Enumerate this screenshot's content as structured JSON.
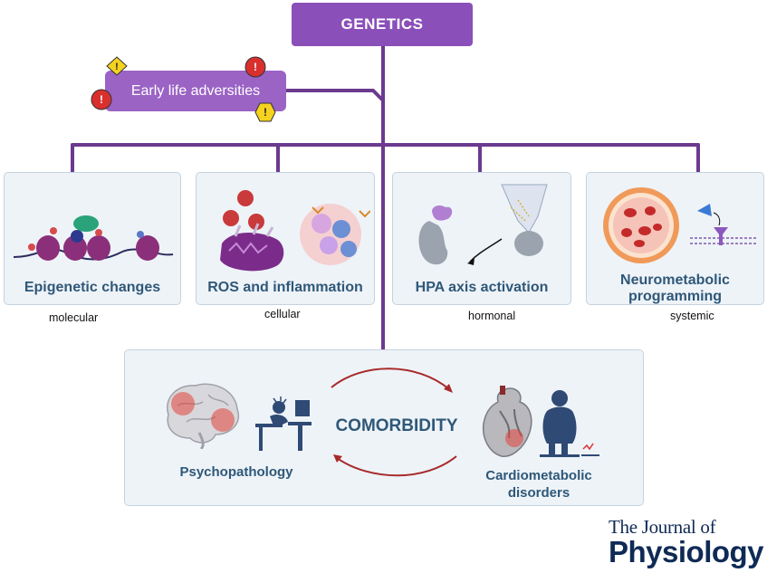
{
  "genetics": {
    "label": "GENETICS"
  },
  "early_life": {
    "label": "Early life adversities"
  },
  "mechanisms": [
    {
      "title": "Epigenetic changes",
      "scale": "molecular",
      "icon": "nucleosome-icon"
    },
    {
      "title": "ROS and inflammation",
      "scale": "cellular",
      "icon": "mitochondria-icon"
    },
    {
      "title": "HPA axis activation",
      "scale": "hormonal",
      "icon": "brain-kidney-icon"
    },
    {
      "title": "Neurometabolic programming",
      "scale": "systemic",
      "icon": "blood-vessel-icon"
    }
  ],
  "outcome": {
    "center": "COMORBIDITY",
    "left": "Psychopathology",
    "right": "Cardiometabolic disorders"
  },
  "journal": {
    "line1": "The Journal of",
    "line2": "Physiology"
  },
  "colors": {
    "purple": "#8a4fb8",
    "connector": "#6b3a8f",
    "panel_bg": "#eef3f8",
    "title_text": "#2f5878",
    "arrow_red": "#a82a2a"
  }
}
